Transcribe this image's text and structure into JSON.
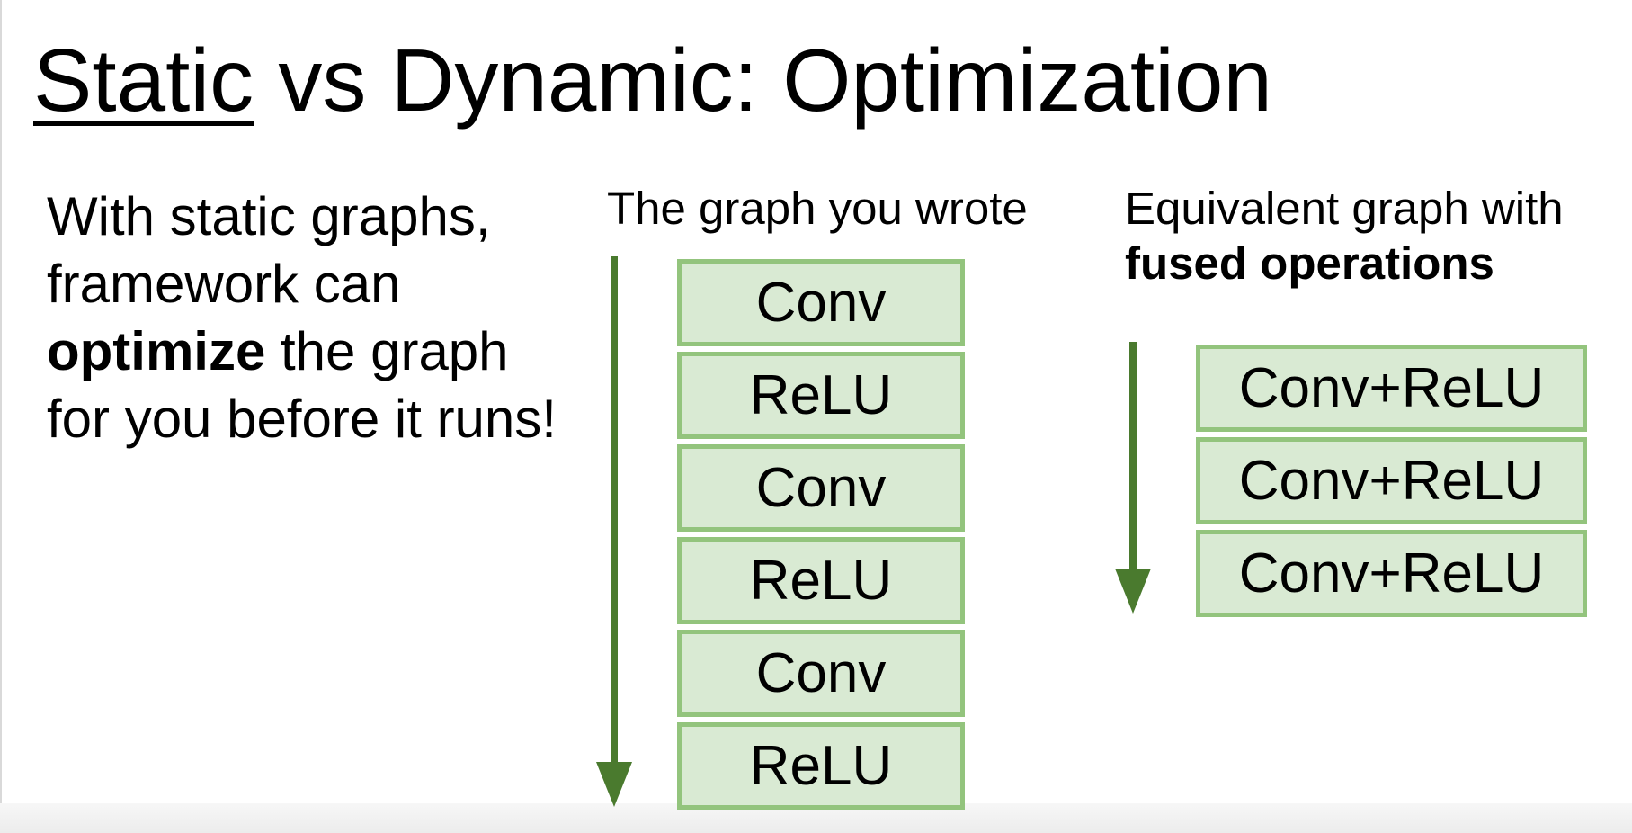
{
  "title": {
    "underlined": "Static",
    "rest": " vs Dynamic: Optimization"
  },
  "description": {
    "part1": "With static graphs, framework can ",
    "bold": "optimize",
    "part2": " the graph for you before it runs!"
  },
  "original_graph": {
    "heading": "The graph you wrote",
    "ops": [
      "Conv",
      "ReLU",
      "Conv",
      "ReLU",
      "Conv",
      "ReLU"
    ]
  },
  "fused_graph": {
    "heading_line1": "Equivalent graph with",
    "heading_line2_bold": "fused operations",
    "ops": [
      "Conv+ReLU",
      "Conv+ReLU",
      "Conv+ReLU"
    ]
  },
  "colors": {
    "arrow": "#4a7a2e",
    "box_border": "#93c47d",
    "box_fill": "#d9ead3"
  }
}
